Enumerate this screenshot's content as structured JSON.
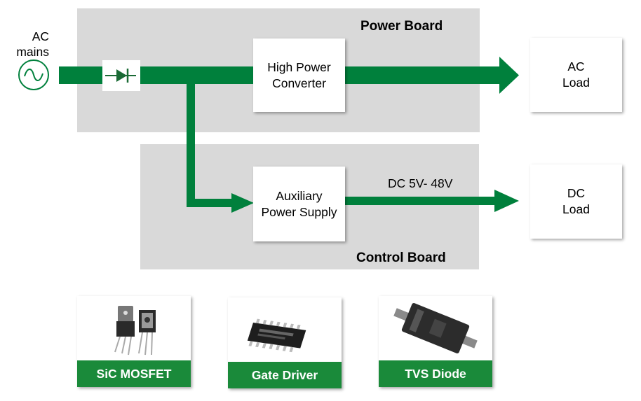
{
  "colors": {
    "accent_green": "#00803c",
    "panel_gray": "#d9d9d9",
    "label_green": "#1a8a3a"
  },
  "source": {
    "label": "AC\nmains",
    "icon": "ac-sine-icon"
  },
  "rectifier": {
    "icon": "diode-icon"
  },
  "power_board": {
    "title": "Power Board"
  },
  "control_board": {
    "title": "Control Board"
  },
  "blocks": {
    "high_power_converter": "High Power\nConverter",
    "auxiliary_power_supply": "Auxiliary\nPower Supply",
    "ac_load": "AC\nLoad",
    "dc_load": "DC\nLoad"
  },
  "dc_output_label": "DC 5V- 48V",
  "components": [
    {
      "name": "SiC MOSFET",
      "icon": "to247-transistor-icon"
    },
    {
      "name": "Gate Driver",
      "icon": "soic-ic-icon"
    },
    {
      "name": "TVS Diode",
      "icon": "smd-diode-icon"
    }
  ]
}
